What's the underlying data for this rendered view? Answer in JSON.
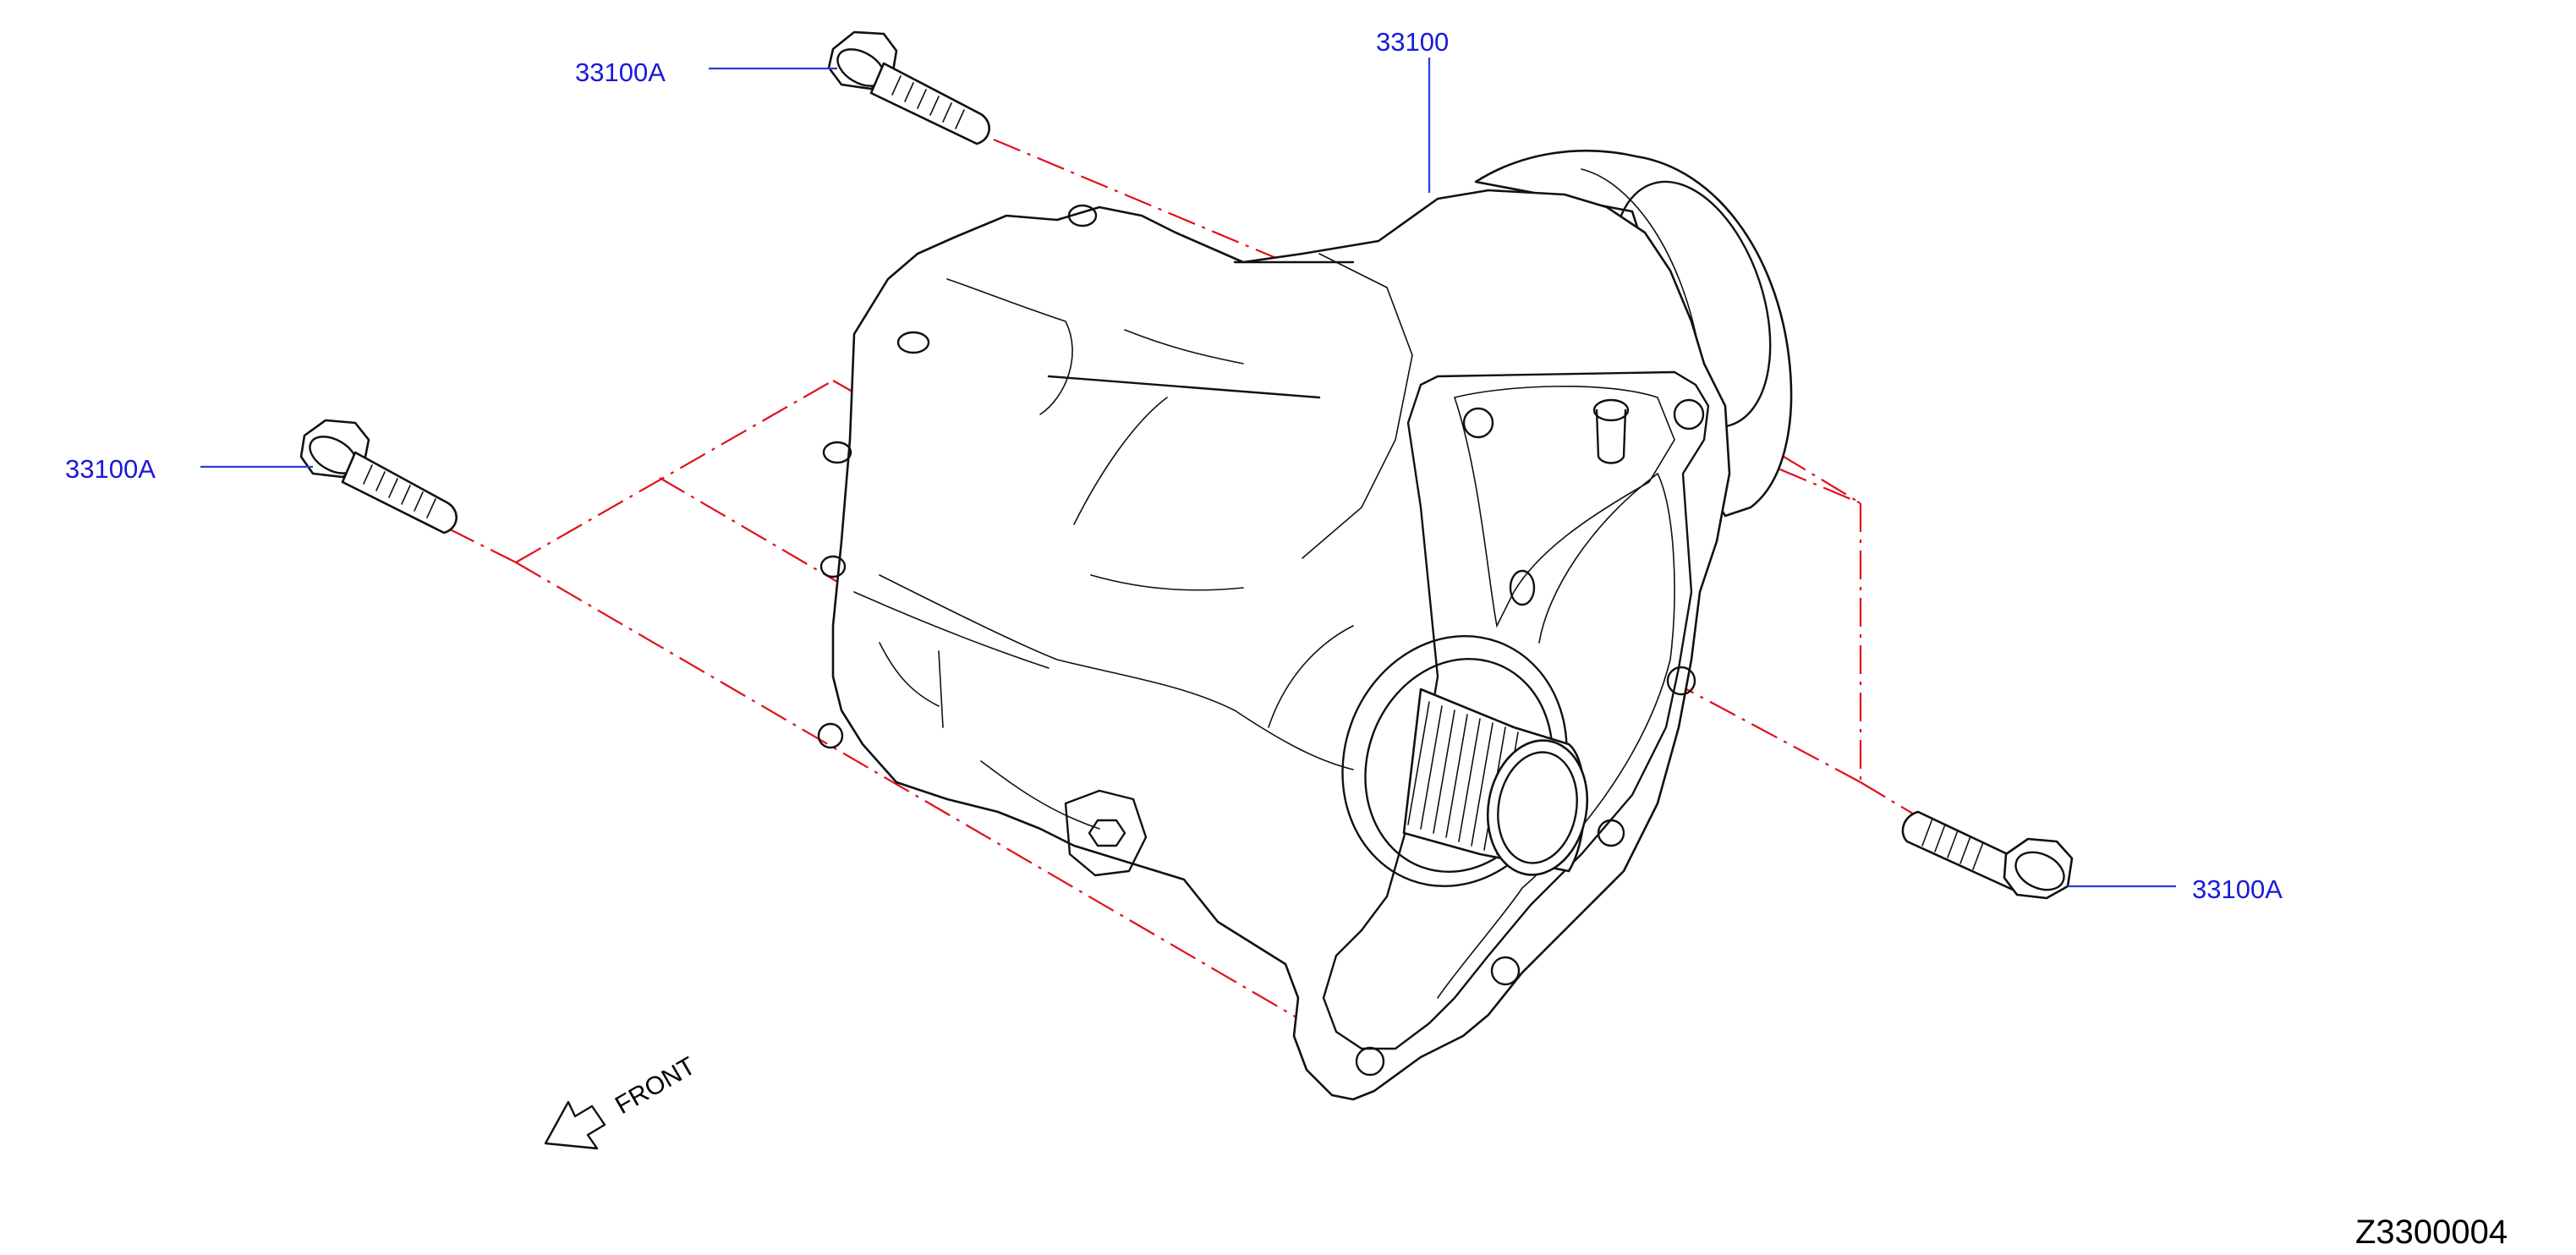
{
  "diagram": {
    "part_labels": {
      "main_unit": "33100",
      "bolt_top": "33100A",
      "bolt_left": "33100A",
      "bolt_right": "33100A"
    },
    "front_indicator": {
      "label": "FRONT",
      "icon": "front-arrow-icon"
    },
    "drawing_id": "Z3300004",
    "colors": {
      "callout_text": "#1a1ad6",
      "leader_line": "#2a3fd0",
      "reference_line": "#e0101a",
      "outline": "#111111"
    }
  }
}
